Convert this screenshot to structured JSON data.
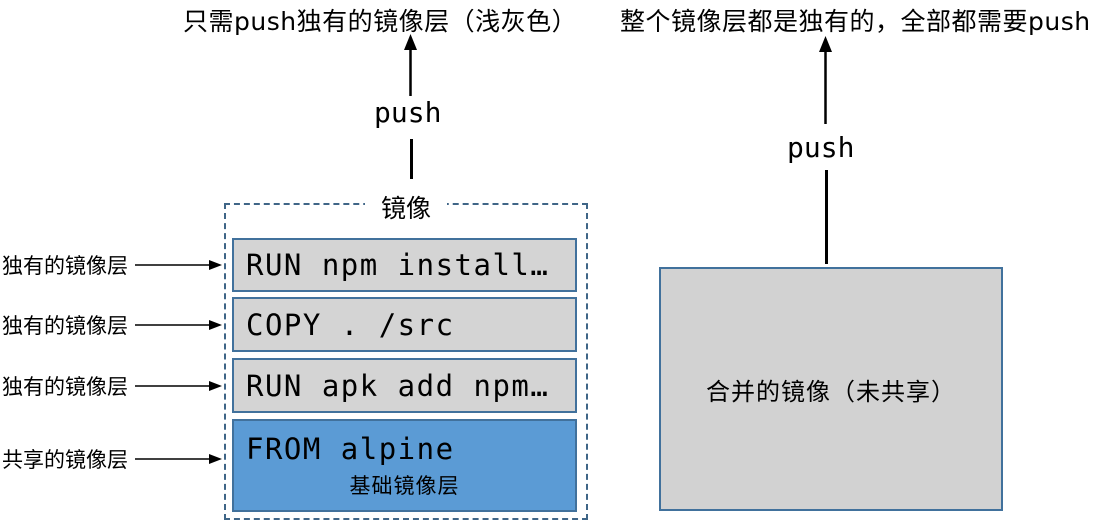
{
  "colors": {
    "accent_blue": "#5b9bd5",
    "border_blue": "#41719c",
    "dash_border": "#3f6587",
    "layer_gray": "#d4d4d4",
    "merged_gray": "#d2d2d2",
    "text": "#000000"
  },
  "captions": {
    "left": "只需push独有的镜像层（浅灰色）",
    "right": "整个镜像层都是独有的，全部都需要push"
  },
  "push": {
    "left_label": "push",
    "right_label": "push"
  },
  "image_stack": {
    "title": "镜像",
    "layers": [
      {
        "code": "RUN npm install…"
      },
      {
        "code": "COPY . /src"
      },
      {
        "code": "RUN apk add npm…"
      },
      {
        "code": "FROM alpine",
        "sublabel": "基础镜像层"
      }
    ]
  },
  "side_labels": [
    {
      "label": "独有的镜像层"
    },
    {
      "label": "独有的镜像层"
    },
    {
      "label": "独有的镜像层"
    },
    {
      "label": "共享的镜像层"
    }
  ],
  "merged_box": {
    "label": "合并的镜像（未共享）"
  }
}
